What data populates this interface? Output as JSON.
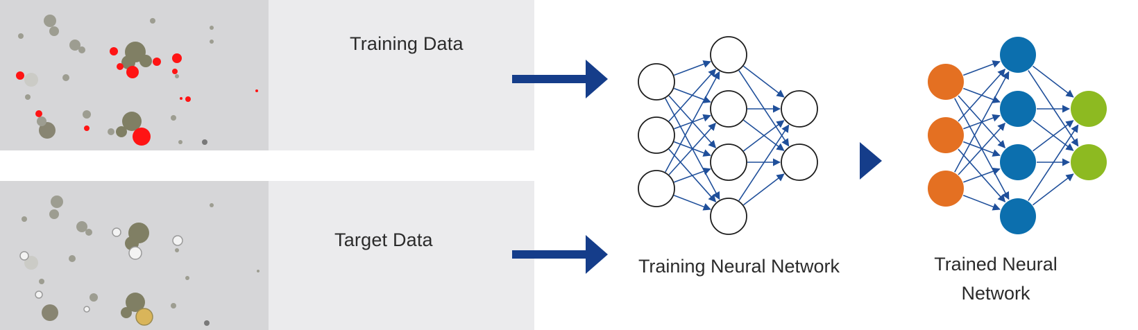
{
  "training": {
    "label": "Training Data"
  },
  "target": {
    "label": "Target Data"
  },
  "network_training": {
    "caption": "Training Neural Network"
  },
  "network_trained": {
    "caption_line1": "Trained Neural",
    "caption_line2": "Network"
  },
  "colors": {
    "panel_bg": "#ebebed",
    "arrow": "#153d8a",
    "edge": "#1f4f9a",
    "node_stroke": "#1c1c1c",
    "input_node": "#e47022",
    "hidden_node": "#0c6fae",
    "output_node": "#8dba21",
    "red_marker": "#ff1414",
    "selected_particle": "#d9b55a"
  },
  "networks": {
    "layer_sizes": [
      3,
      4,
      2
    ]
  }
}
